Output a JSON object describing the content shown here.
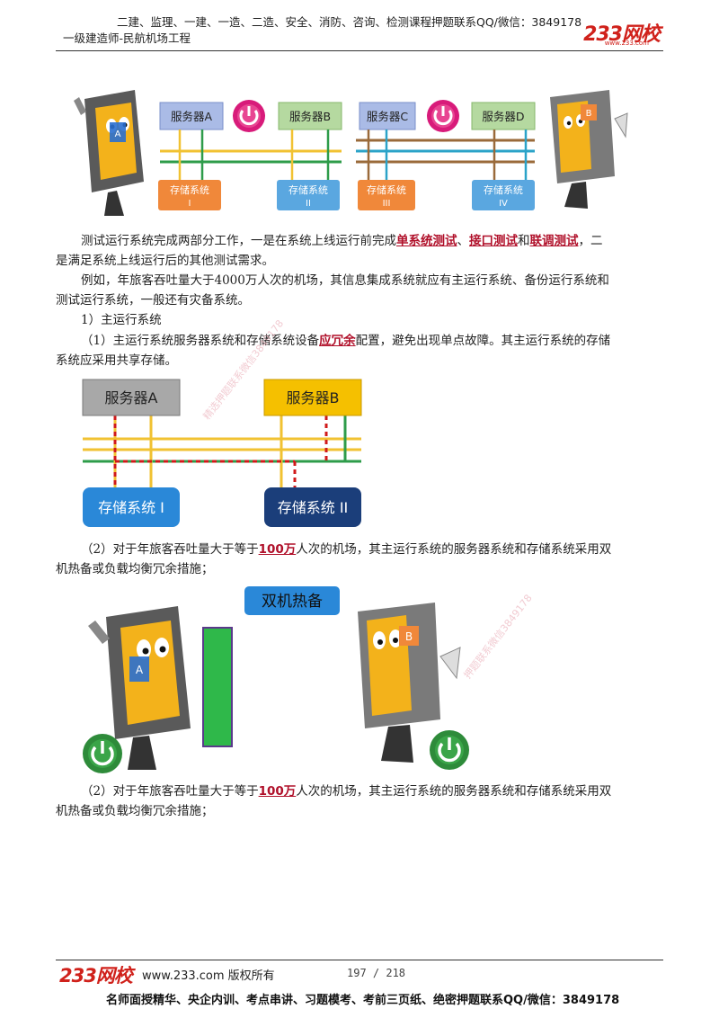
{
  "header": {
    "line1": "二建、监理、一建、一造、二造、安全、消防、咨询、检测课程押题联系QQ/微信：3849178",
    "line2": "一级建造师-民航机场工程",
    "logo": "233网校",
    "logo_sub": "www.233.com"
  },
  "diagram1": {
    "server_a": "服务器A",
    "server_b": "服务器B",
    "server_c": "服务器C",
    "server_d": "服务器D",
    "storage1_name": "存储系统",
    "storage1_num": "I",
    "storage2_name": "存储系统",
    "storage2_num": "II",
    "storage3_name": "存储系统",
    "storage3_num": "III",
    "storage4_name": "存储系统",
    "storage4_num": "IV",
    "mascot_a": "A",
    "mascot_b": "B"
  },
  "para1": {
    "t1": "测试运行系统完成两部分工作，一是在系统上线运行前完成",
    "k1": "单系统测试",
    "s1": "、",
    "k2": "接口测试",
    "s2": "和",
    "k3": "联调测试",
    "t2": "，二",
    "t3": "是满足系统上线运行后的其他测试需求。"
  },
  "para2": {
    "l1": "例如，年旅客吞吐量大于4000万人次的机场，其信息集成系统就应有主运行系统、备份运行系统和",
    "l2": "测试运行系统，一般还有灾备系统。"
  },
  "para3": "1）主运行系统",
  "para4": {
    "t1": "（1）主运行系统服务器系统和存储系统设备",
    "k1": "应冗余",
    "t2": "配置，避免出现单点故障。其主运行系统的存储",
    "t3": "系统应采用共享存储。"
  },
  "diagram2": {
    "server_a": "服务器A",
    "server_b": "服务器B",
    "storage1": "存储系统 I",
    "storage2": "存储系统 II",
    "watermark": "精选押题联系微信3849178"
  },
  "para5": {
    "t1": "（2）对于年旅客吞吐量大于等于",
    "k1": "100万",
    "t2": "人次的机场，其主运行系统的服务器系统和存储系统采用双",
    "t3": "机热备或负载均衡冗余措施；"
  },
  "diagram3": {
    "title": "双机热备",
    "mascot_a": "A",
    "mascot_b": "B",
    "watermark": "押题联系微信3849178"
  },
  "para6": {
    "t1": "（2）对于年旅客吞吐量大于等于",
    "k1": "100万",
    "t2": "人次的机场，其主运行系统的服务器系统和存储系统采用双",
    "t3": "机热备或负载均衡冗余措施；"
  },
  "footer": {
    "logo": "233网校",
    "site": "www.233.com 版权所有",
    "page": "197 / 218",
    "bottom": "名师面授精华、央企内训、考点串讲、习题模考、考前三页纸、绝密押题联系QQ/微信：3849178"
  },
  "colors": {
    "accent_red": "#b0102a",
    "power_pink": "#d81b7a",
    "power_green": "#2e8b3a",
    "server_blue": "#aabbe6",
    "server_green": "#b5d9a0",
    "storage_orange": "#f0883a",
    "storage_blue": "#5aa7e0",
    "server_gray": "#a8a8a8",
    "server_yellow": "#f5c000",
    "storage_navy": "#1b3e7a"
  }
}
